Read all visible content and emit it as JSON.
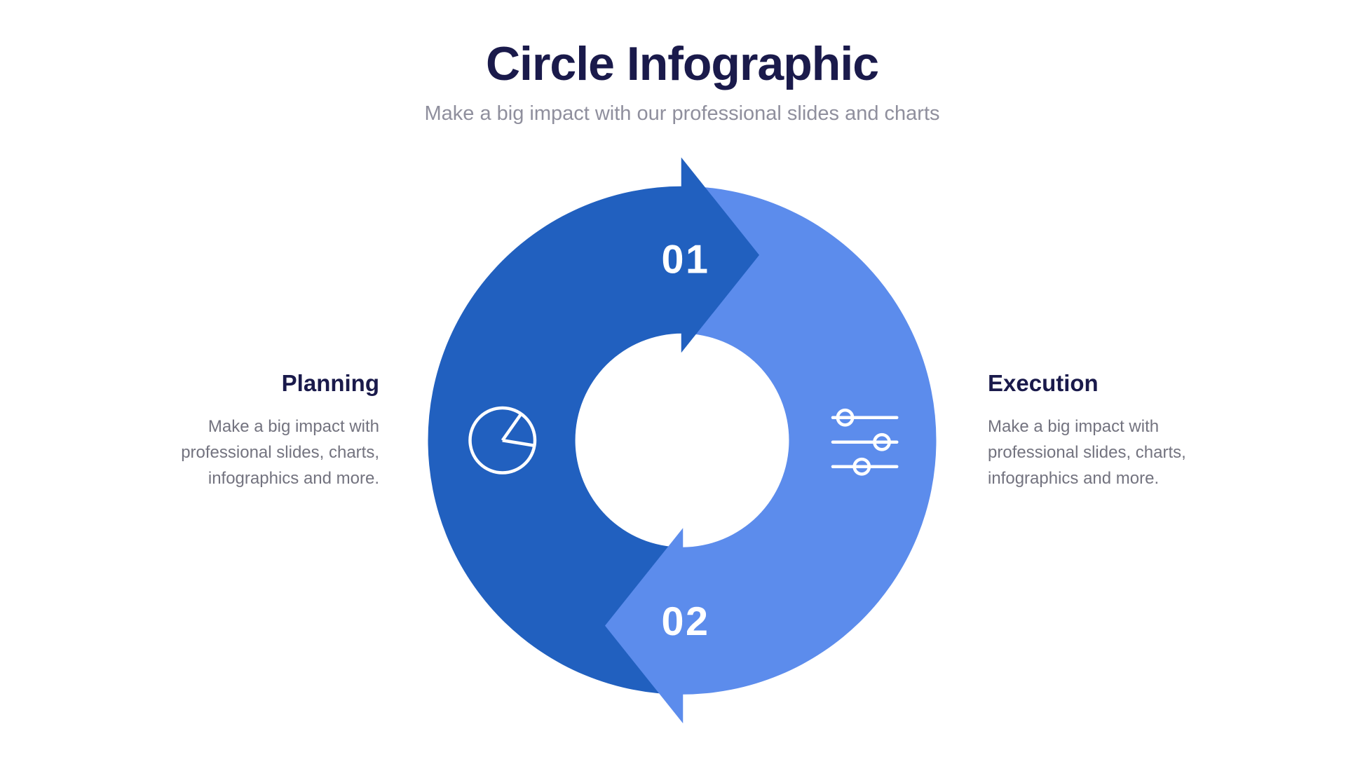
{
  "slide": {
    "title": "Circle Infographic",
    "subtitle": "Make a big impact with our professional slides and charts"
  },
  "diagram": {
    "type": "cycle",
    "colors": {
      "step1": "#2160bf",
      "step2": "#5c8cec",
      "number_text": "#ffffff",
      "icon_stroke": "#ffffff"
    },
    "steps": [
      {
        "number": "01",
        "label": "Planning",
        "description": "Make a big impact with professional slides, charts, infographics and more.",
        "icon": "pie-chart-icon"
      },
      {
        "number": "02",
        "label": "Execution",
        "description": "Make a big impact with professional slides, charts, infographics and more.",
        "icon": "sliders-icon"
      }
    ]
  }
}
